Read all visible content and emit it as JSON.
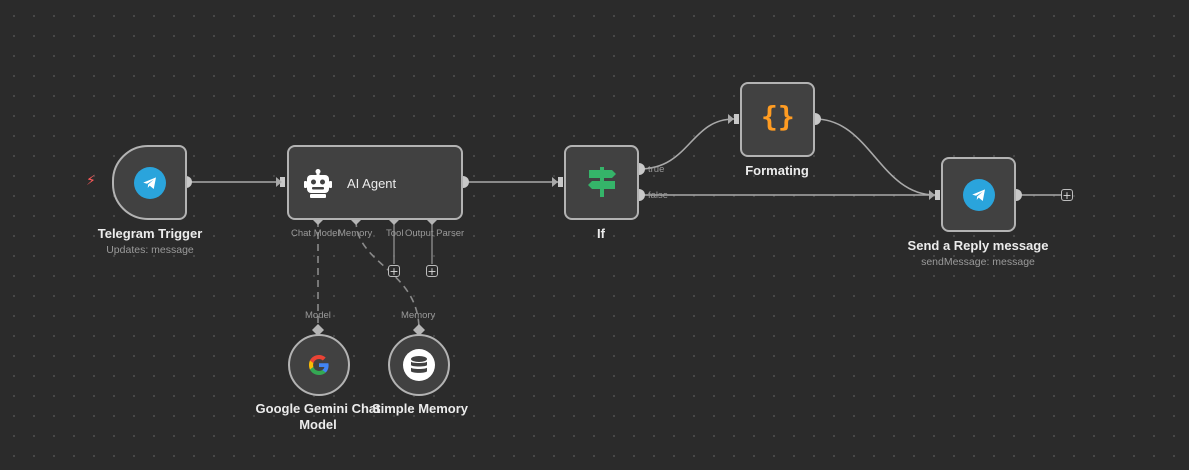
{
  "colors": {
    "canvas_bg": "#2b2b2b",
    "node_bg": "#414141",
    "node_border": "#b3b3b3",
    "wire": "#a9a9a9",
    "telegram": "#2aa4dc",
    "if_green": "#35b469",
    "code_orange": "#ff9c22",
    "trigger_bolt": "#ff5a5a"
  },
  "nodes": {
    "telegram_trigger": {
      "title": "Telegram Trigger",
      "subtitle": "Updates: message",
      "icon": "telegram-icon"
    },
    "ai_agent": {
      "title": "AI Agent",
      "icon": "robot-icon",
      "ports": {
        "chat_model": "Chat Model",
        "memory": "Memory",
        "tool": "Tool",
        "output_parser": "Output Parser"
      }
    },
    "if": {
      "title": "If",
      "icon": "signpost-icon",
      "outputs": {
        "true": "true",
        "false": "false"
      }
    },
    "formating": {
      "title": "Formating",
      "icon": "code-braces-icon"
    },
    "send_reply": {
      "title": "Send a Reply message",
      "subtitle": "sendMessage: message",
      "icon": "telegram-icon"
    },
    "gemini": {
      "title": "Google Gemini Chat Model",
      "port_label": "Model",
      "icon": "google-icon"
    },
    "simple_memory": {
      "title": "Simple Memory",
      "port_label": "Memory",
      "icon": "database-icon"
    }
  },
  "buttons": {
    "add_symbol": "+"
  }
}
